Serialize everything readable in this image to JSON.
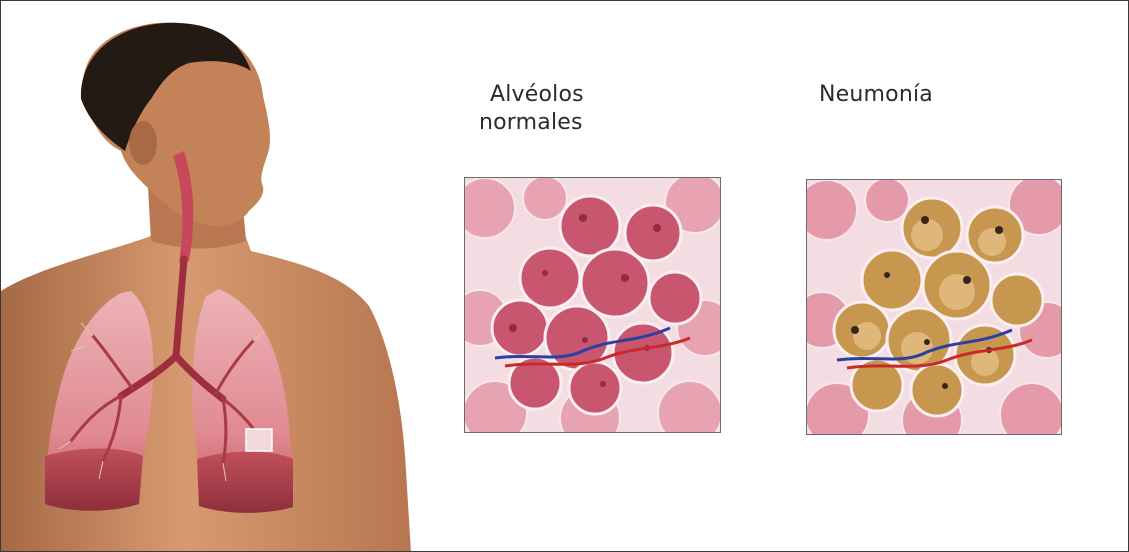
{
  "labels": {
    "normal_line1": "Alvéolos",
    "normal_line2": "normales",
    "pneumonia": "Neumonía"
  },
  "colors": {
    "background": "#ffffff",
    "border": "#3a3a3a",
    "lung_tissue": "#d9687c",
    "alveolus_normal": "#c9566f",
    "alveolus_fluid": "#b8863f",
    "vein": "#2b3fa0",
    "artery": "#c82a2a",
    "skin": "#c88a62"
  },
  "panels": [
    {
      "name": "normal-alveoli",
      "state": "normal"
    },
    {
      "name": "pneumonia-alveoli",
      "state": "fluid-filled"
    }
  ]
}
